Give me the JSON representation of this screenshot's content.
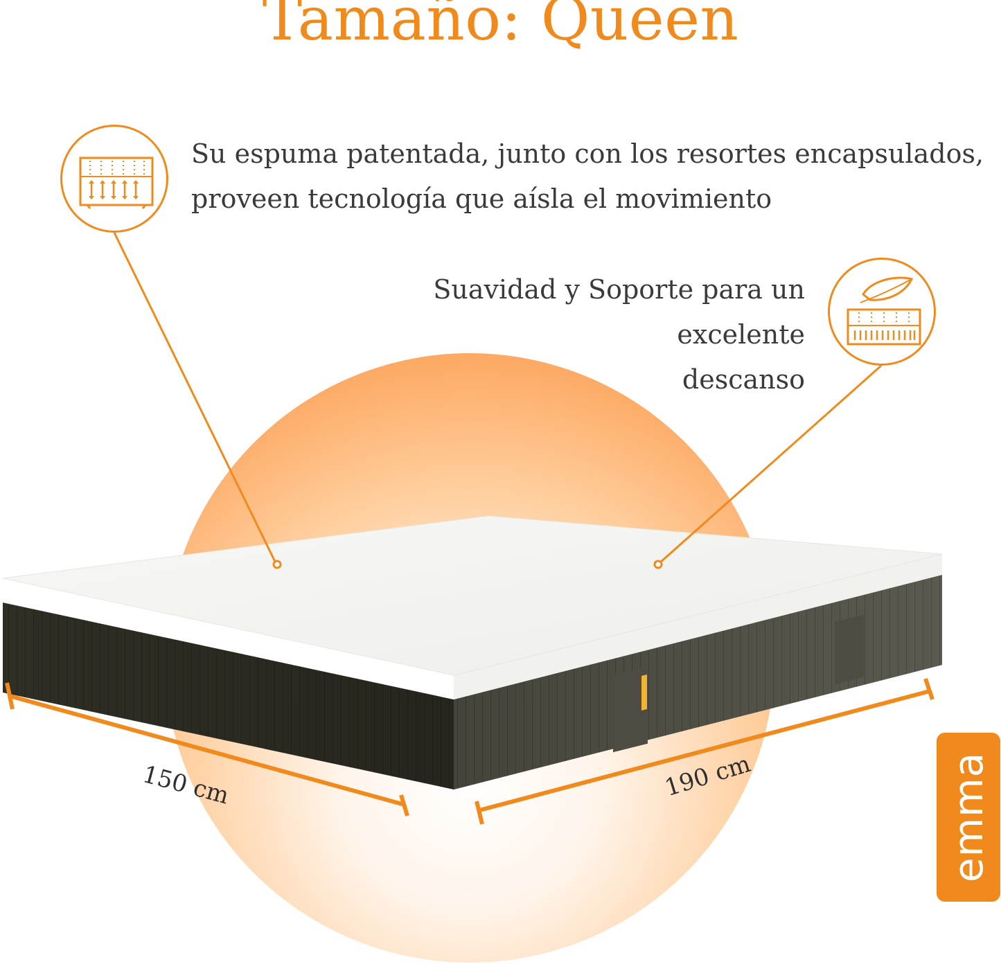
{
  "title": "Tamaño: Queen",
  "features": [
    {
      "text_line1": "Su espuma patentada, junto con los resortes encapsulados,",
      "text_line2": "proveen tecnología que aísla el movimiento",
      "icon": "mattress-springs-icon"
    },
    {
      "text_line1": "Suavidad y Soporte para un excelente",
      "text_line2": "descanso",
      "icon": "mattress-feather-icon"
    }
  ],
  "dimensions": {
    "width": "150 cm",
    "length": "190 cm"
  },
  "brand": {
    "name": "emma"
  },
  "colors": {
    "accent": "#f08a1c",
    "text": "#3a3a3a",
    "mattress_top": "#f3f3f1",
    "mattress_side": "#3a3a30"
  }
}
